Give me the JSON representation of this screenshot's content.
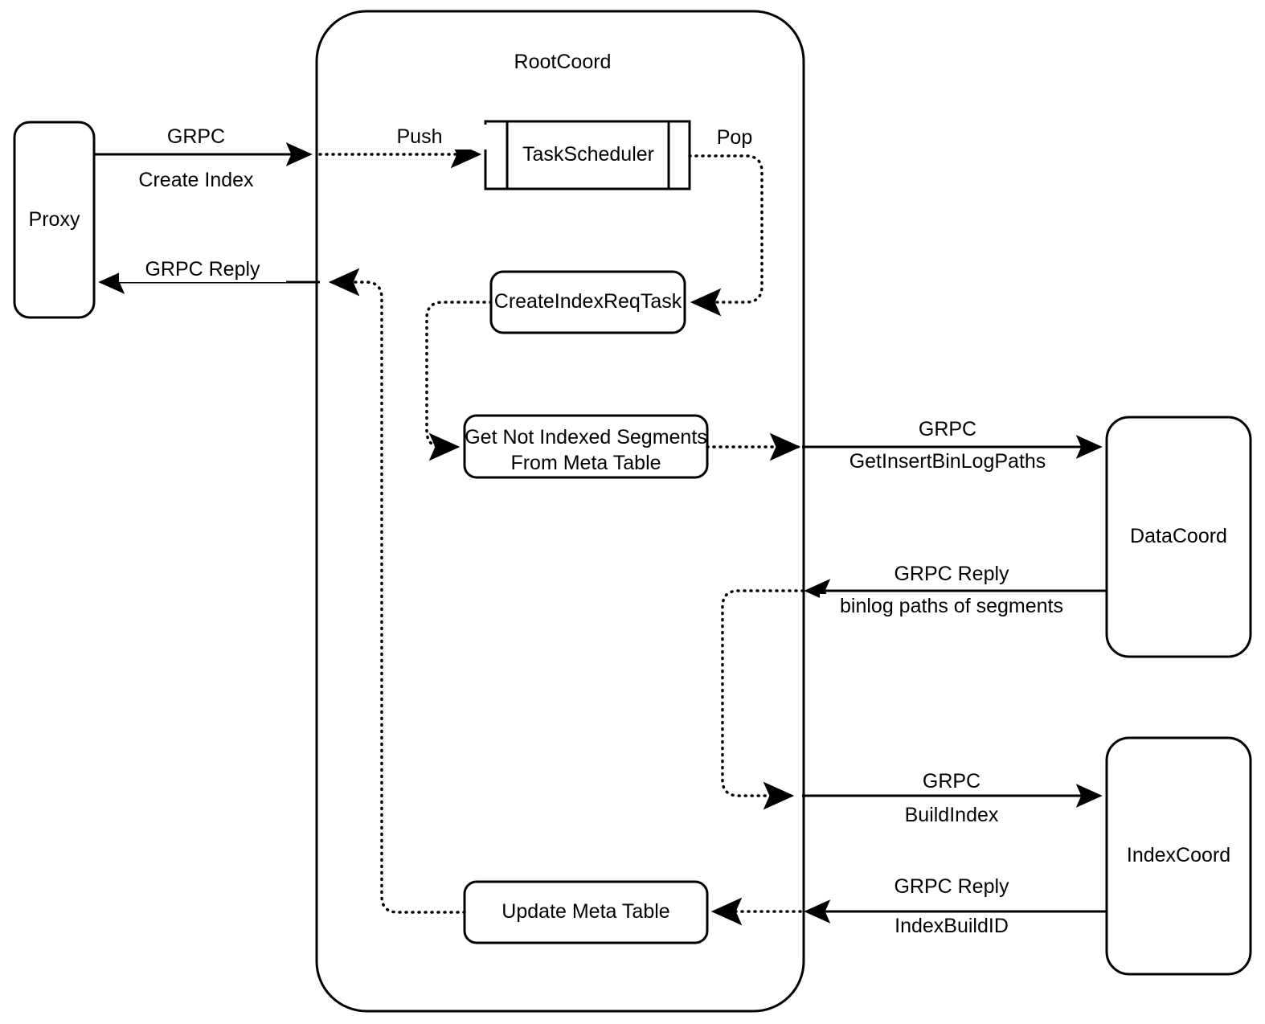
{
  "diagram": {
    "type": "flow-sequence-diagram",
    "title_container": "RootCoord",
    "nodes": {
      "proxy": {
        "label": "Proxy",
        "shape": "rounded-rect"
      },
      "rootcoord": {
        "label": "RootCoord",
        "shape": "rounded-container"
      },
      "task_scheduler": {
        "label": "TaskScheduler",
        "shape": "process-bars"
      },
      "create_index_req_task": {
        "label": "CreateIndexReqTask",
        "shape": "rounded-rect"
      },
      "get_not_indexed_segments": {
        "label": "Get Not Indexed Segments\nFrom Meta Table",
        "line1": "Get Not Indexed Segments",
        "line2": "From Meta Table",
        "shape": "rounded-rect"
      },
      "update_meta_table": {
        "label": "Update Meta Table",
        "shape": "rounded-rect"
      },
      "datacoord": {
        "label": "DataCoord",
        "shape": "rounded-rect"
      },
      "indexcoord": {
        "label": "IndexCoord",
        "shape": "rounded-rect"
      }
    },
    "edges": {
      "proxy_to_rootcoord_top": {
        "label_top": "GRPC",
        "label_bottom": "Create Index",
        "style": "solid",
        "direction": "right"
      },
      "rootcoord_to_proxy": {
        "label_top": "GRPC Reply",
        "style": "solid",
        "direction": "left"
      },
      "push_to_scheduler": {
        "label": "Push",
        "style": "dotted",
        "direction": "right"
      },
      "pop_from_scheduler": {
        "label": "Pop",
        "style": "dotted",
        "direction": "down-left"
      },
      "segments_to_datacoord": {
        "label_top": "GRPC",
        "label_bottom": "GetInsertBinLogPaths",
        "style": "solid",
        "direction": "right"
      },
      "datacoord_reply": {
        "label_top": "GRPC Reply",
        "label_bottom": "binlog paths of segments",
        "style": "solid",
        "direction": "left"
      },
      "to_indexcoord": {
        "label_top": "GRPC",
        "label_bottom": "BuildIndex",
        "style": "solid",
        "direction": "right"
      },
      "indexcoord_reply": {
        "label_top": "GRPC Reply",
        "label_bottom": "IndexBuildID",
        "style": "solid",
        "direction": "left"
      }
    },
    "colors": {
      "stroke": "#000000",
      "fill": "#ffffff",
      "text": "#000000"
    }
  }
}
